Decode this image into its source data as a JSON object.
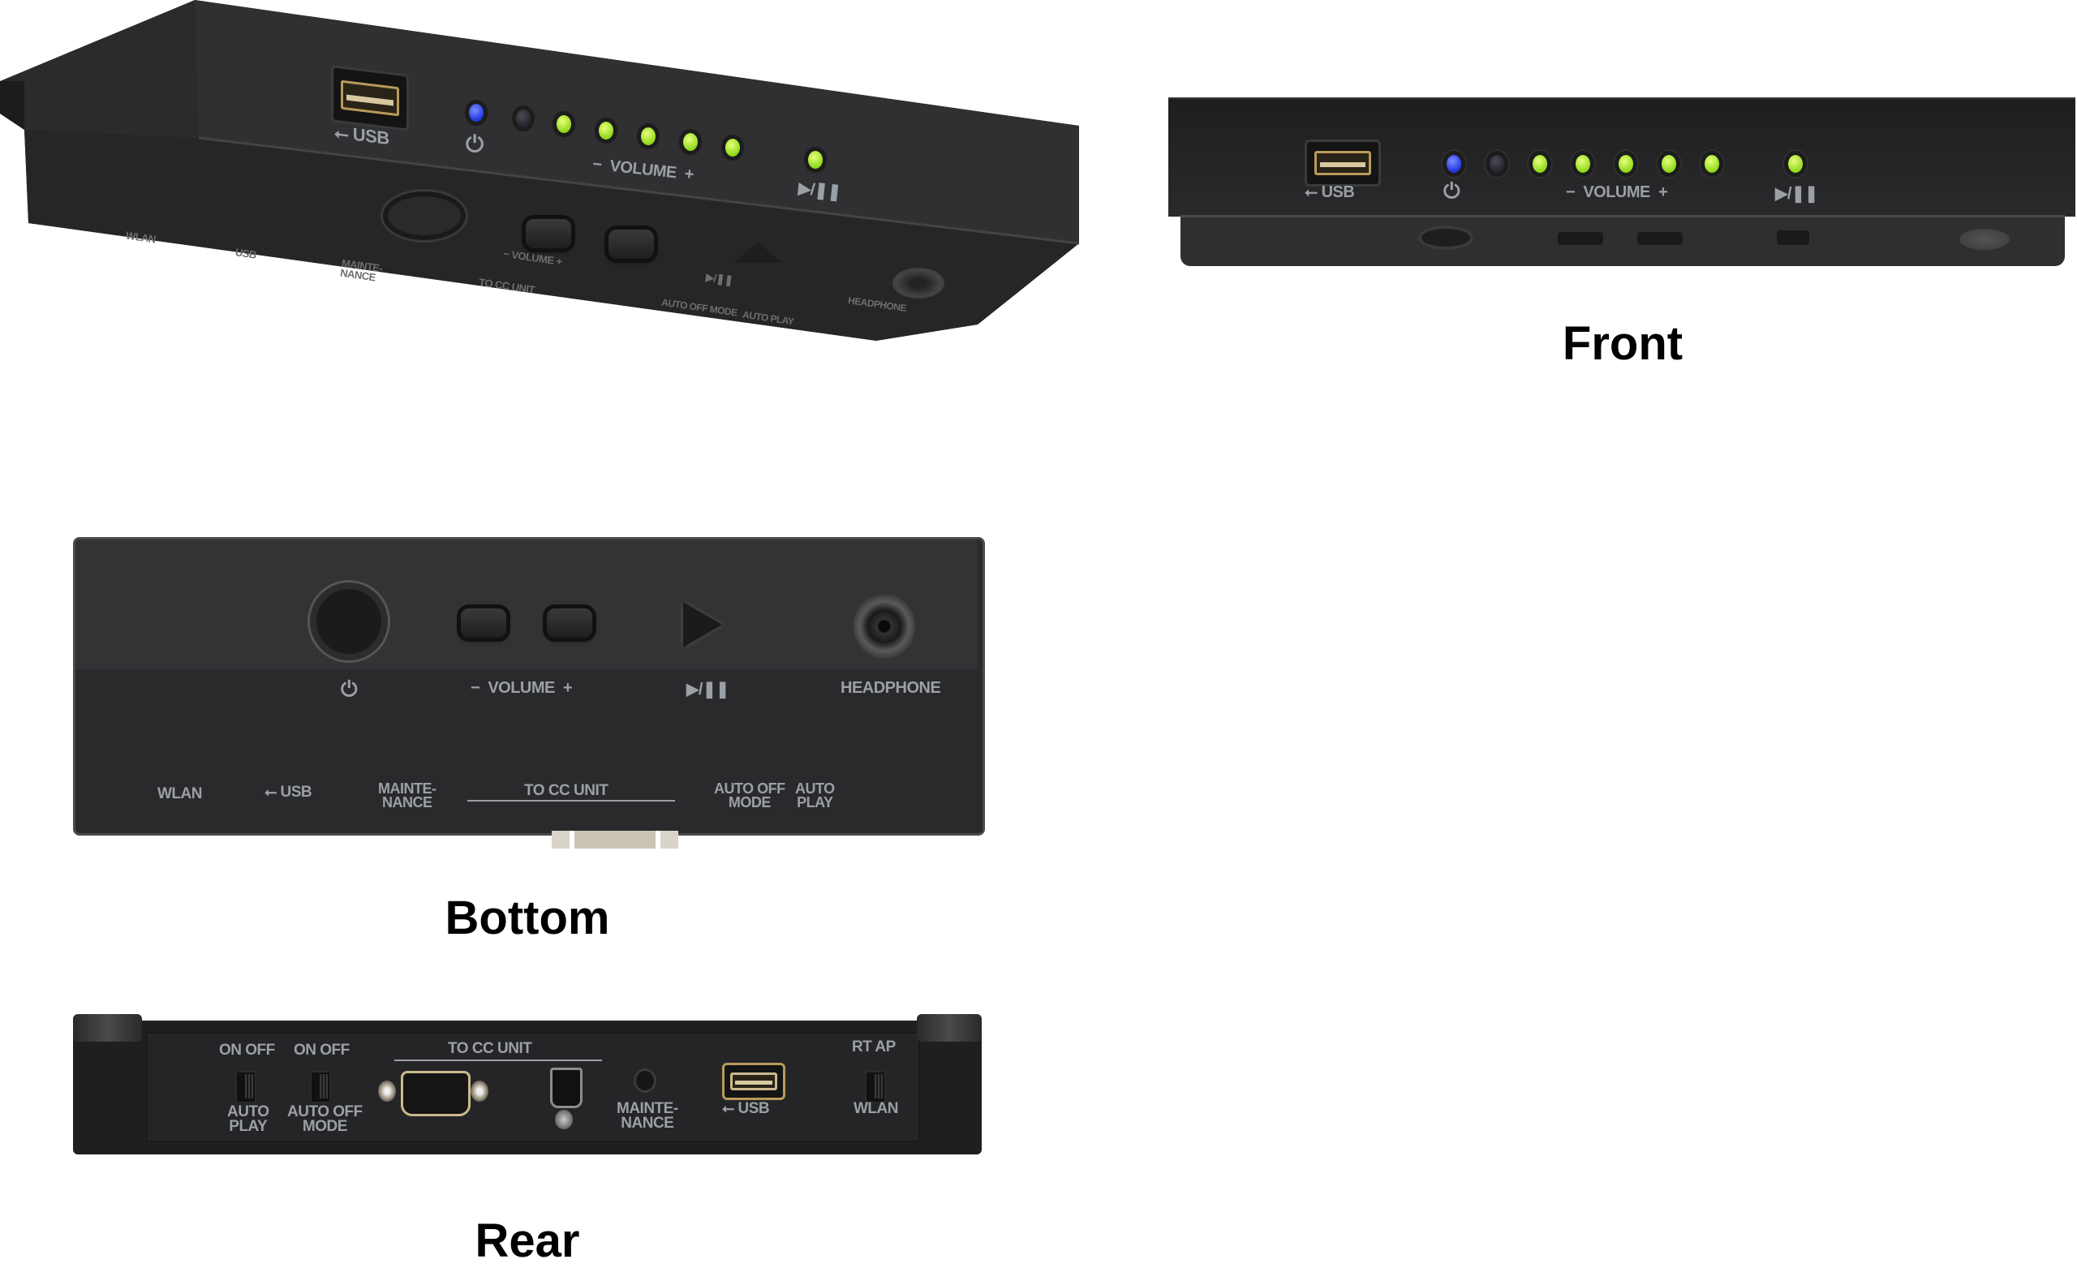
{
  "captions": {
    "front": "Front",
    "bottom": "Bottom",
    "rear": "Rear"
  },
  "colors": {
    "body": "#2b2b2d",
    "label_text": "#9aa0a6",
    "led_blue": "#2036e0",
    "led_green": "#a6e22e",
    "led_off": "#2f2f38",
    "caption_text": "#000000",
    "background": "#ffffff"
  },
  "front_panel": {
    "usb_label": "USB",
    "power_icon": "power-icon",
    "volume_label": "VOLUME",
    "volume_minus": "−",
    "volume_plus": "+",
    "play_pause_label": "▶/❚❚",
    "leds": [
      {
        "role": "power",
        "state": "blue"
      },
      {
        "role": "status",
        "state": "off"
      },
      {
        "role": "volume-1",
        "state": "green"
      },
      {
        "role": "volume-2",
        "state": "green"
      },
      {
        "role": "volume-3",
        "state": "green"
      },
      {
        "role": "volume-4",
        "state": "green"
      },
      {
        "role": "volume-5",
        "state": "green"
      },
      {
        "role": "play-pause",
        "state": "green"
      }
    ]
  },
  "angled_view": {
    "usb_label": "USB",
    "volume_label": "VOLUME",
    "volume_minus": "−",
    "volume_plus": "+",
    "play_pause_label": "▶/❚❚",
    "bottom_labels": {
      "wlan": "WLAN",
      "usb": "USB",
      "maintenance": "MAINTE-\nNANCE",
      "to_cc_unit": "TO CC UNIT",
      "auto_off_mode": "AUTO OFF MODE",
      "auto_play": "AUTO PLAY",
      "headphone": "HEADPHONE",
      "volume": "−  VOLUME  +",
      "play_pause": "▶/❚❚"
    }
  },
  "bottom_panel": {
    "power_icon": "power-icon",
    "volume_label": "VOLUME",
    "volume_minus": "−",
    "volume_plus": "+",
    "play_pause_label": "▶/❚❚",
    "headphone_label": "HEADPHONE",
    "wlan_label": "WLAN",
    "usb_label": "USB",
    "maintenance_line1": "MAINTE-",
    "maintenance_line2": "NANCE",
    "to_cc_unit_label": "TO  CC  UNIT",
    "auto_off_line1": "AUTO OFF",
    "auto_off_line2": "MODE",
    "auto_play_line1": "AUTO",
    "auto_play_line2": "PLAY"
  },
  "rear_panel": {
    "switch_autoplay_top": "ON OFF",
    "switch_autoplay_line1": "AUTO",
    "switch_autoplay_line2": "PLAY",
    "switch_autooff_top": "ON OFF",
    "switch_autooff_line1": "AUTO OFF",
    "switch_autooff_line2": "MODE",
    "to_cc_unit_label": "TO  CC  UNIT",
    "maintenance_line1": "MAINTE-",
    "maintenance_line2": "NANCE",
    "usb_label": "USB",
    "wlan_top": "RT AP",
    "wlan_label": "WLAN"
  }
}
